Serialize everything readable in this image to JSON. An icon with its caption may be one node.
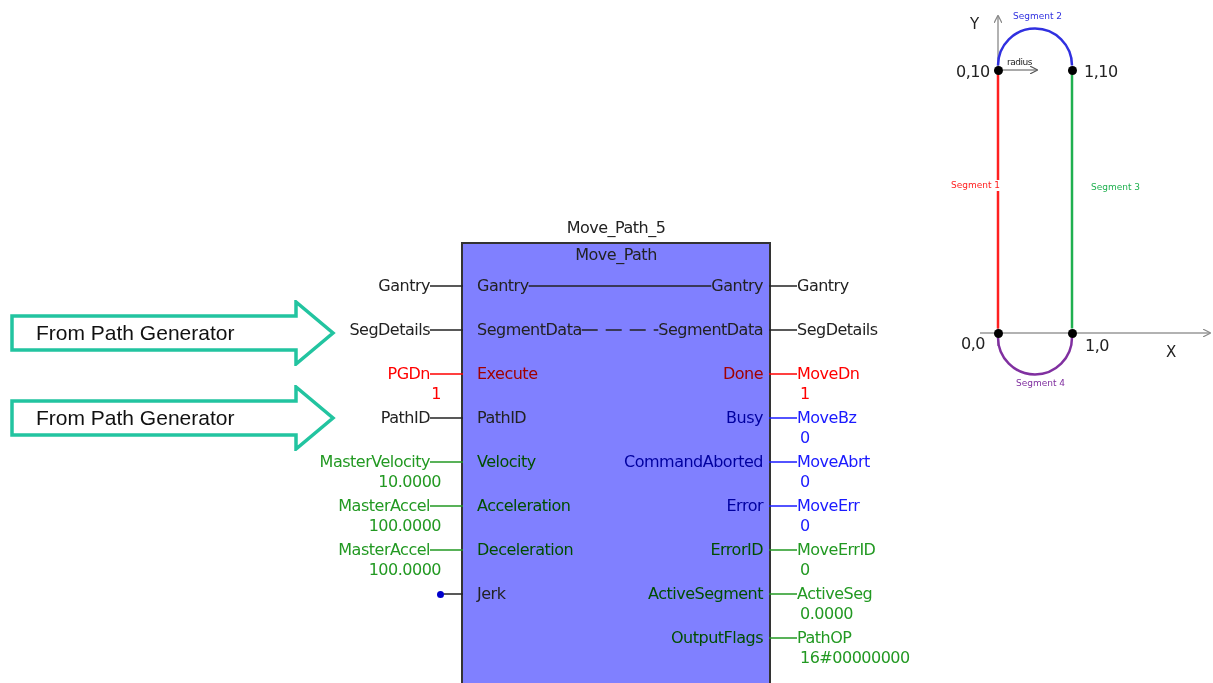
{
  "diagram": {
    "nodes": [
      {
        "text": [
          "Move_Path_5",
          "Move_Path"
        ]
      },
      {
        "text": [
          "From Path Generator"
        ]
      },
      {
        "text": [
          "From Path Generator"
        ]
      },
      {
        "text": [
          "Gantry"
        ]
      },
      {
        "text": [
          "SegDetails"
        ]
      },
      {
        "text": [
          "PGDn"
        ],
        "beside": [
          "1"
        ]
      },
      {
        "text": [
          "PathID"
        ]
      },
      {
        "text": [
          "MasterVelocity"
        ],
        "beside": [
          "10.0000"
        ]
      },
      {
        "text": [
          "MasterAccel"
        ],
        "beside": [
          "100.0000"
        ]
      },
      {
        "text": [
          "MasterAccel"
        ],
        "beside": [
          "100.0000"
        ]
      },
      {
        "text": [],
        "shape": "circle"
      },
      {
        "text": [
          "Gantry"
        ],
        "in": 0
      },
      {
        "text": [
          "SegmentData"
        ],
        "in": 0
      },
      {
        "text": [
          "Execute"
        ],
        "in": 0
      },
      {
        "text": [
          "PathID"
        ],
        "in": 0
      },
      {
        "text": [
          "Velocity"
        ],
        "in": 0
      },
      {
        "text": [
          "Acceleration"
        ],
        "in": 0
      },
      {
        "text": [
          "Deceleration"
        ],
        "in": 0
      },
      {
        "text": [
          "Jerk"
        ],
        "in": 0
      },
      {
        "text": [
          "Gantry"
        ],
        "in": 0
      },
      {
        "text": [
          "SegmentData"
        ],
        "in": 0
      },
      {
        "text": [
          "Done"
        ],
        "in": 0
      },
      {
        "text": [
          "Busy"
        ],
        "in": 0
      },
      {
        "text": [
          "CommandAborted"
        ],
        "in": 0
      },
      {
        "text": [
          "Error"
        ],
        "in": 0
      },
      {
        "text": [
          "ErrorID"
        ],
        "in": 0
      },
      {
        "text": [
          "ActiveSegment"
        ],
        "in": 0
      },
      {
        "text": [
          "OutputFlags"
        ],
        "in": 0
      },
      {
        "text": [
          "Gantry"
        ]
      },
      {
        "text": [
          "SegDetails"
        ]
      },
      {
        "text": [
          "MoveDn"
        ],
        "beside": [
          "1"
        ]
      },
      {
        "text": [
          "MoveBz"
        ],
        "beside": [
          "0"
        ]
      },
      {
        "text": [
          "MoveAbrt"
        ],
        "beside": [
          "0"
        ]
      },
      {
        "text": [
          "MoveErr"
        ],
        "beside": [
          "0"
        ]
      },
      {
        "text": [
          "MoveErrID"
        ],
        "beside": [
          "0"
        ]
      },
      {
        "text": [
          "ActiveSeg"
        ],
        "beside": [
          "0.0000"
        ]
      },
      {
        "text": [
          "PathOP"
        ],
        "beside": [
          "16#00000000"
        ]
      },
      {
        "text": [],
        "shape": "circle",
        "beside": [
          "0,10"
        ]
      },
      {
        "text": [],
        "shape": "circle",
        "beside": [
          "1,10"
        ]
      },
      {
        "text": [],
        "shape": "circle",
        "beside": [
          "0,0"
        ]
      },
      {
        "text": [],
        "shape": "circle",
        "beside": [
          "1,0"
        ]
      }
    ],
    "edges": [
      {
        "from": 3,
        "to": 11,
        "arrow": "none",
        "color": "#222222"
      },
      {
        "from": 4,
        "to": 12,
        "arrow": "none",
        "color": "#222222"
      },
      {
        "from": 5,
        "to": 13,
        "arrow": "none",
        "color": "#ff0000"
      },
      {
        "from": 6,
        "to": 14,
        "arrow": "none",
        "color": "#222222"
      },
      {
        "from": 7,
        "to": 15,
        "arrow": "none",
        "color": "#229922"
      },
      {
        "from": 8,
        "to": 16,
        "arrow": "none",
        "color": "#229922"
      },
      {
        "from": 9,
        "to": 17,
        "arrow": "none",
        "color": "#229922"
      },
      {
        "from": 10,
        "to": 18,
        "arrow": "none",
        "color": "#222222"
      },
      {
        "from": 11,
        "to": 19,
        "arrow": "none",
        "color": "#222222"
      },
      {
        "from": 12,
        "to": 20,
        "arrow": "none",
        "style": "dashed",
        "color": "#222222"
      },
      {
        "from": 19,
        "to": 28,
        "arrow": "none",
        "color": "#222222"
      },
      {
        "from": 20,
        "to": 29,
        "arrow": "none",
        "color": "#222222"
      },
      {
        "from": 21,
        "to": 30,
        "arrow": "none",
        "color": "#ff0000"
      },
      {
        "from": 22,
        "to": 31,
        "arrow": "none",
        "color": "#1a1aff"
      },
      {
        "from": 23,
        "to": 32,
        "arrow": "none",
        "color": "#1a1aff"
      },
      {
        "from": 24,
        "to": 33,
        "arrow": "none",
        "color": "#1a1aff"
      },
      {
        "from": 25,
        "to": 34,
        "arrow": "none",
        "color": "#229922"
      },
      {
        "from": 26,
        "to": 35,
        "arrow": "none",
        "color": "#229922"
      },
      {
        "from": 27,
        "to": 36,
        "arrow": "none",
        "color": "#229922"
      },
      {
        "from": 39,
        "to": 37,
        "arrow": "none",
        "label": "Segment 1",
        "color": "#ff2020"
      },
      {
        "from": 37,
        "to": 38,
        "arrow": "none",
        "label": "Segment 2",
        "color": "#3030e0"
      },
      {
        "from": 38,
        "to": 40,
        "arrow": "none",
        "label": "Segment 3",
        "color": "#20b050"
      },
      {
        "from": 40,
        "to": 39,
        "arrow": "none",
        "label": "Segment 4",
        "color": "#8030a0"
      }
    ],
    "labels": [
      "Y",
      "radius",
      "X"
    ]
  }
}
